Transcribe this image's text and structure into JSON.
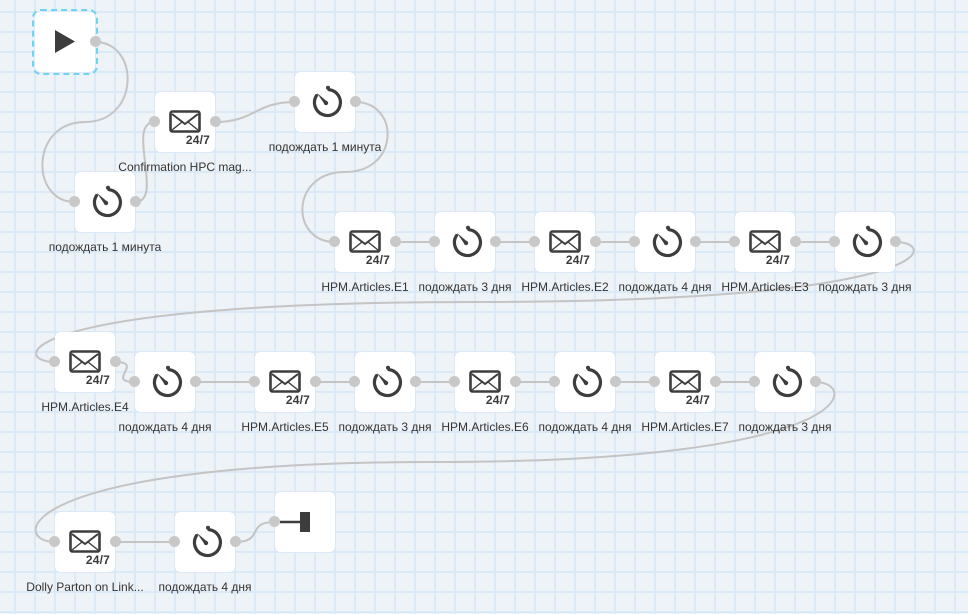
{
  "workflow": {
    "nodes": [
      {
        "id": "start",
        "type": "start",
        "icon": "play-icon",
        "label": "",
        "selected": true
      },
      {
        "id": "wait1",
        "type": "wait",
        "icon": "timer-icon",
        "label": "подождать 1 минута"
      },
      {
        "id": "email0",
        "type": "email",
        "icon": "envelope-icon",
        "badge": "24/7",
        "label": "Confirmation HPC mag..."
      },
      {
        "id": "wait2",
        "type": "wait",
        "icon": "timer-icon",
        "label": "подождать 1 минута"
      },
      {
        "id": "e1",
        "type": "email",
        "icon": "envelope-icon",
        "badge": "24/7",
        "label": "HPM.Articles.E1"
      },
      {
        "id": "wait3",
        "type": "wait",
        "icon": "timer-icon",
        "label": "подождать 3 дня"
      },
      {
        "id": "e2",
        "type": "email",
        "icon": "envelope-icon",
        "badge": "24/7",
        "label": "HPM.Articles.E2"
      },
      {
        "id": "wait4",
        "type": "wait",
        "icon": "timer-icon",
        "label": "подождать 4 дня"
      },
      {
        "id": "e3",
        "type": "email",
        "icon": "envelope-icon",
        "badge": "24/7",
        "label": "HPM.Articles.E3"
      },
      {
        "id": "wait5",
        "type": "wait",
        "icon": "timer-icon",
        "label": "подождать 3 дня"
      },
      {
        "id": "e4",
        "type": "email",
        "icon": "envelope-icon",
        "badge": "24/7",
        "label": "HPM.Articles.E4"
      },
      {
        "id": "wait6",
        "type": "wait",
        "icon": "timer-icon",
        "label": "подождать 4 дня"
      },
      {
        "id": "e5",
        "type": "email",
        "icon": "envelope-icon",
        "badge": "24/7",
        "label": "HPM.Articles.E5"
      },
      {
        "id": "wait7",
        "type": "wait",
        "icon": "timer-icon",
        "label": "подождать 3 дня"
      },
      {
        "id": "e6",
        "type": "email",
        "icon": "envelope-icon",
        "badge": "24/7",
        "label": "HPM.Articles.E6"
      },
      {
        "id": "wait8",
        "type": "wait",
        "icon": "timer-icon",
        "label": "подождать 4 дня"
      },
      {
        "id": "e7",
        "type": "email",
        "icon": "envelope-icon",
        "badge": "24/7",
        "label": "HPM.Articles.E7"
      },
      {
        "id": "wait9",
        "type": "wait",
        "icon": "timer-icon",
        "label": "подождать 3 дня"
      },
      {
        "id": "e8",
        "type": "email",
        "icon": "envelope-icon",
        "badge": "24/7",
        "label": "Dolly Parton on Link..."
      },
      {
        "id": "wait10",
        "type": "wait",
        "icon": "timer-icon",
        "label": "подождать 4 дня"
      },
      {
        "id": "end",
        "type": "end",
        "icon": "stop-icon",
        "label": ""
      }
    ],
    "connections": [
      [
        "start",
        "wait1"
      ],
      [
        "wait1",
        "email0"
      ],
      [
        "email0",
        "wait2"
      ],
      [
        "wait2",
        "e1"
      ],
      [
        "e1",
        "wait3"
      ],
      [
        "wait3",
        "e2"
      ],
      [
        "e2",
        "wait4"
      ],
      [
        "wait4",
        "e3"
      ],
      [
        "e3",
        "wait5"
      ],
      [
        "wait5",
        "e4"
      ],
      [
        "e4",
        "wait6"
      ],
      [
        "wait6",
        "e5"
      ],
      [
        "e5",
        "wait7"
      ],
      [
        "wait7",
        "e6"
      ],
      [
        "e6",
        "wait8"
      ],
      [
        "wait8",
        "e7"
      ],
      [
        "e7",
        "wait9"
      ],
      [
        "wait9",
        "e8"
      ],
      [
        "e8",
        "wait10"
      ],
      [
        "wait10",
        "end"
      ]
    ],
    "colors": {
      "wire": "#c4c4c4",
      "port": "#c8c8c8",
      "icon": "#3d3d3d",
      "selection": "#6fd3f3"
    }
  }
}
